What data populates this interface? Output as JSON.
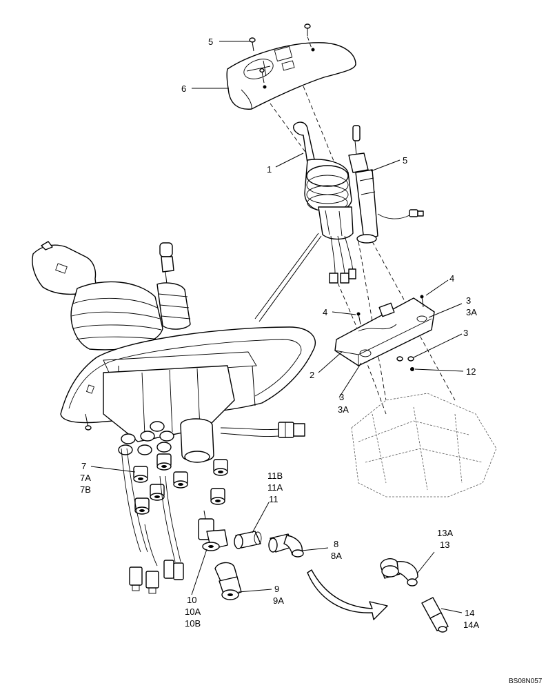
{
  "callouts": [
    {
      "id": "c-5-top",
      "lines": [
        "5"
      ]
    },
    {
      "id": "c-6",
      "lines": [
        "6"
      ]
    },
    {
      "id": "c-1",
      "lines": [
        "1"
      ]
    },
    {
      "id": "c-5-right",
      "lines": [
        "5"
      ]
    },
    {
      "id": "c-4-right",
      "lines": [
        "4"
      ]
    },
    {
      "id": "c-4-left",
      "lines": [
        "4"
      ]
    },
    {
      "id": "c-3-3a-top",
      "lines": [
        "3",
        "3A"
      ]
    },
    {
      "id": "c-3-mid",
      "lines": [
        "3"
      ]
    },
    {
      "id": "c-12",
      "lines": [
        "12"
      ]
    },
    {
      "id": "c-2",
      "lines": [
        "2"
      ]
    },
    {
      "id": "c-3-3a-bottom",
      "lines": [
        "3",
        "3A"
      ]
    },
    {
      "id": "c-7",
      "lines": [
        "7",
        "7A",
        "7B"
      ]
    },
    {
      "id": "c-11",
      "lines": [
        "11B",
        "11A",
        "11"
      ]
    },
    {
      "id": "c-8",
      "lines": [
        "8",
        "8A"
      ]
    },
    {
      "id": "c-10",
      "lines": [
        "10",
        "10A",
        "10B"
      ]
    },
    {
      "id": "c-9",
      "lines": [
        "9",
        "9A"
      ]
    },
    {
      "id": "c-13",
      "lines": [
        "13A",
        "13"
      ]
    },
    {
      "id": "c-14",
      "lines": [
        "14",
        "14A"
      ]
    }
  ],
  "drawing_code": "BS08N057"
}
